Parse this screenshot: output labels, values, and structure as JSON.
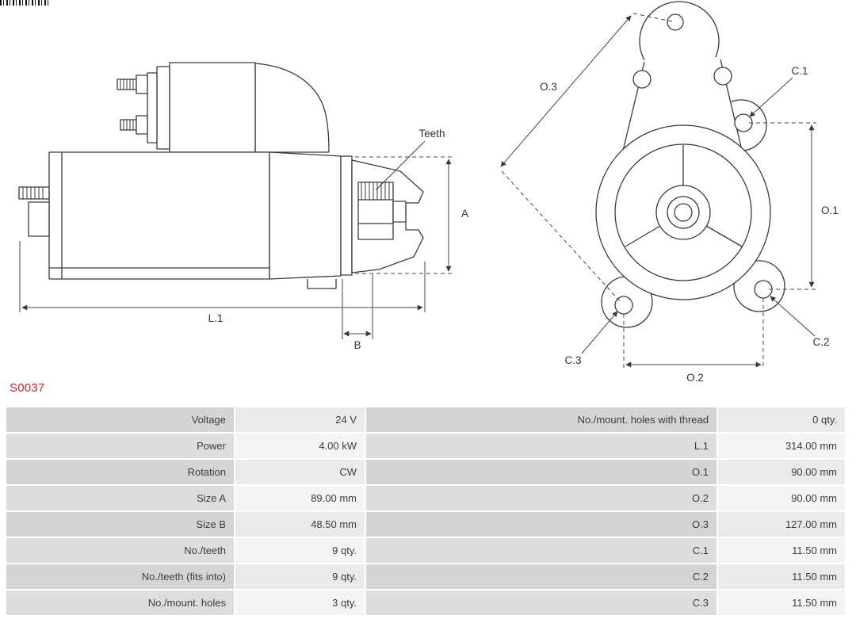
{
  "part_number": "S0037",
  "colors": {
    "part_number_red": "#cf2127",
    "drawing_line": "#3a3a3a",
    "table_label_bg": "#d4d4d4",
    "table_value_bg": "#eaeaea"
  },
  "icons": {
    "barcode": "barcode"
  },
  "side_view": {
    "teeth_label": "Teeth",
    "dim_a": "A",
    "dim_l1": "L.1",
    "dim_b": "B"
  },
  "front_view": {
    "dim_o1": "O.1",
    "dim_o2": "O.2",
    "dim_o3": "O.3",
    "dim_c1": "C.1",
    "dim_c2": "C.2",
    "dim_c3": "C.3"
  },
  "table": {
    "rows": [
      {
        "label_left": "Voltage",
        "value_left": "24 V",
        "label_right": "No./mount. holes with thread",
        "value_right": "0 qty."
      },
      {
        "label_left": "Power",
        "value_left": "4.00 kW",
        "label_right": "L.1",
        "value_right": "314.00 mm"
      },
      {
        "label_left": "Rotation",
        "value_left": "CW",
        "label_right": "O.1",
        "value_right": "90.00 mm"
      },
      {
        "label_left": "Size A",
        "value_left": "89.00 mm",
        "label_right": "O.2",
        "value_right": "90.00 mm"
      },
      {
        "label_left": "Size B",
        "value_left": "48.50 mm",
        "label_right": "O.3",
        "value_right": "127.00 mm"
      },
      {
        "label_left": "No./teeth",
        "value_left": "9 qty.",
        "label_right": "C.1",
        "value_right": "11.50 mm"
      },
      {
        "label_left": "No./teeth (fits into)",
        "value_left": "9 qty.",
        "label_right": "C.2",
        "value_right": "11.50 mm"
      },
      {
        "label_left": "No./mount. holes",
        "value_left": "3 qty.",
        "label_right": "C.3",
        "value_right": "11.50 mm"
      }
    ]
  }
}
